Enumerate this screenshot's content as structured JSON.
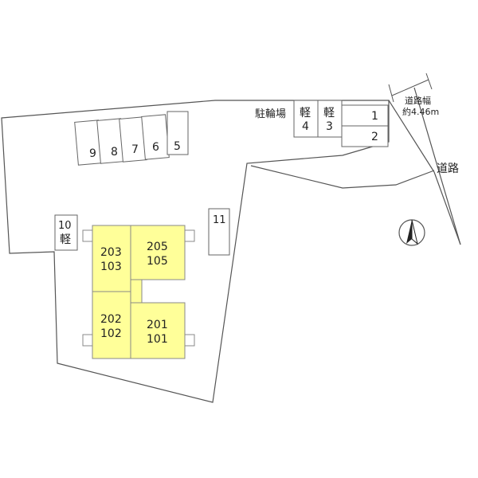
{
  "map": {
    "parking_spaces": [
      "1",
      "2",
      "3",
      "4",
      "5",
      "6",
      "7",
      "8",
      "9",
      "10",
      "11"
    ],
    "kei_label": "軽",
    "bicycle_parking": "駐輪場",
    "road": "道路",
    "road_width_title": "道路幅",
    "road_width_value": "約4.46m",
    "units": {
      "top_left": [
        "203",
        "103"
      ],
      "top_right": [
        "205",
        "105"
      ],
      "bottom_left": [
        "202",
        "102"
      ],
      "bottom_right": [
        "201",
        "101"
      ]
    },
    "colors": {
      "building_fill": "#ffff99",
      "building_stroke": "#888888",
      "line": "#555555"
    },
    "icons": [
      "north-arrow-icon"
    ]
  }
}
